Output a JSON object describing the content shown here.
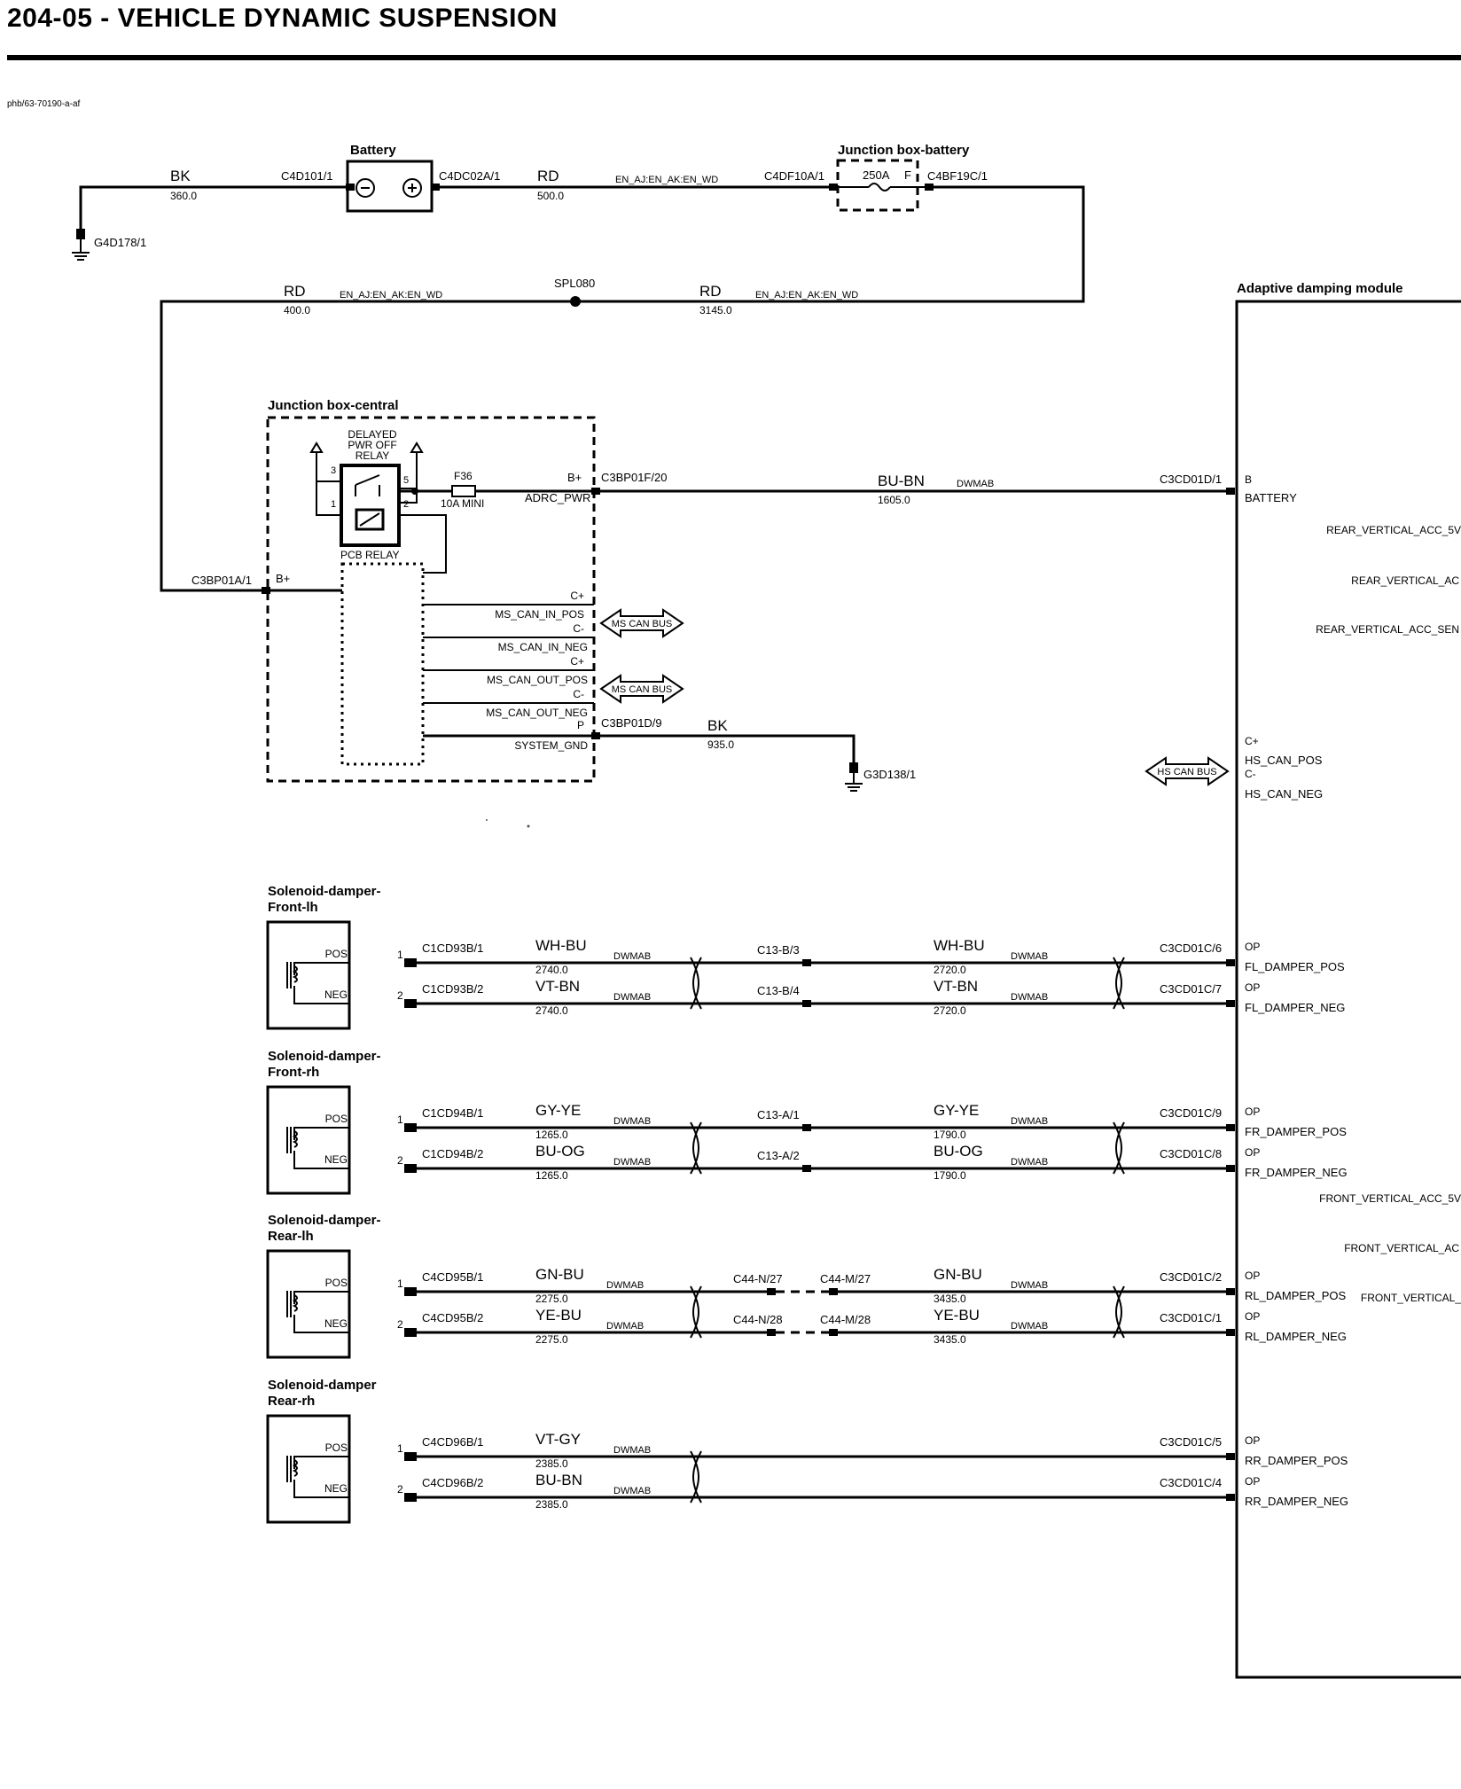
{
  "header": {
    "title": "204-05 - VEHICLE DYNAMIC SUSPENSION",
    "doc_ref": "phb/63-70190-a-af"
  },
  "battery_section": {
    "battery_label": "Battery",
    "ground_wire": {
      "color": "BK",
      "length": "360.0",
      "connector": "C4D101/1",
      "ground": "G4D178/1"
    },
    "pos_connector": "C4DC02A/1",
    "main_wire": {
      "color": "RD",
      "length": "500.0",
      "variant": "EN_AJ:EN_AK:EN_WD"
    },
    "junction_box_battery": {
      "label": "Junction box-battery",
      "in_connector": "C4DF10A/1",
      "fuse": "250A",
      "fuse_pin": "F",
      "out_connector": "C4BF19C/1"
    },
    "splice": "SPL080",
    "wire_left": {
      "color": "RD",
      "length": "400.0",
      "variant": "EN_AJ:EN_AK:EN_WD"
    },
    "wire_right": {
      "color": "RD",
      "length": "3145.0",
      "variant": "EN_AJ:EN_AK:EN_WD"
    }
  },
  "junction_box_central": {
    "label": "Junction box-central",
    "relay_label": "DELAYED PWR OFF RELAY",
    "relay_lines": [
      "DELAYED",
      "PWR OFF",
      "RELAY"
    ],
    "pcb_relay": "PCB RELAY",
    "pins": {
      "p3": "3",
      "p5": "5",
      "p1": "1",
      "p2": "2"
    },
    "fuse": {
      "name": "F36",
      "rating": "10A MINI"
    },
    "bplus_in_connector": "C3BP01A/1",
    "bplus_in_label": "B+",
    "out": {
      "pin": "B+",
      "name": "ADRC_PWR",
      "connector": "C3BP01F/20"
    },
    "can_rows": [
      {
        "pin": "C+",
        "name": "MS_CAN_IN_POS"
      },
      {
        "pin": "C-",
        "name": "MS_CAN_IN_NEG"
      },
      {
        "pin": "C+",
        "name": "MS_CAN_OUT_POS"
      },
      {
        "pin": "C-",
        "name": "MS_CAN_OUT_NEG"
      }
    ],
    "ms_can_bus_label": "MS CAN BUS",
    "gnd": {
      "pin": "P",
      "name": "SYSTEM_GND",
      "connector": "C3BP01D/9",
      "color": "BK",
      "length": "935.0",
      "ground": "G3D138/1"
    }
  },
  "power_feed": {
    "color": "BU-BN",
    "length": "1605.0",
    "variant": "DWMAB",
    "module_connector": "C3CD01D/1"
  },
  "module": {
    "label": "Adaptive damping module",
    "battery_pin": "B",
    "battery_name": "BATTERY",
    "right_labels": [
      "REAR_VERTICAL_ACC_5V",
      "REAR_VERTICAL_AC",
      "REAR_VERTICAL_ACC_SEN",
      "FRONT_VERTICAL_ACC_5V",
      "FRONT_VERTICAL_AC",
      "FRONT_VERTICAL_"
    ],
    "hs_can": {
      "pos_pin": "C+",
      "pos_name": "HS_CAN_POS",
      "neg_pin": "C-",
      "neg_name": "HS_CAN_NEG",
      "bus_label": "HS CAN BUS"
    }
  },
  "dampers": [
    {
      "title_line1": "Solenoid-damper-",
      "title_line2": "Front-lh",
      "pos": {
        "label": "POS",
        "pin": "1",
        "conn": "C1CD93B/1",
        "color1": "WH-BU",
        "len1": "2740.0",
        "var": "DWMAB",
        "inline": "C13-B/3",
        "inline2": "",
        "color2": "WH-BU",
        "len2": "2720.0",
        "mod_conn": "C3CD01C/6",
        "mod_pin": "OP",
        "mod_name": "FL_DAMPER_POS"
      },
      "neg": {
        "label": "NEG",
        "pin": "2",
        "conn": "C1CD93B/2",
        "color1": "VT-BN",
        "len1": "2740.0",
        "var": "DWMAB",
        "inline": "C13-B/4",
        "inline2": "",
        "color2": "VT-BN",
        "len2": "2720.0",
        "mod_conn": "C3CD01C/7",
        "mod_pin": "OP",
        "mod_name": "FL_DAMPER_NEG"
      }
    },
    {
      "title_line1": "Solenoid-damper-",
      "title_line2": "Front-rh",
      "pos": {
        "label": "POS",
        "pin": "1",
        "conn": "C1CD94B/1",
        "color1": "GY-YE",
        "len1": "1265.0",
        "var": "DWMAB",
        "inline": "C13-A/1",
        "inline2": "",
        "color2": "GY-YE",
        "len2": "1790.0",
        "mod_conn": "C3CD01C/9",
        "mod_pin": "OP",
        "mod_name": "FR_DAMPER_POS"
      },
      "neg": {
        "label": "NEG",
        "pin": "2",
        "conn": "C1CD94B/2",
        "color1": "BU-OG",
        "len1": "1265.0",
        "var": "DWMAB",
        "inline": "C13-A/2",
        "inline2": "",
        "color2": "BU-OG",
        "len2": "1790.0",
        "mod_conn": "C3CD01C/8",
        "mod_pin": "OP",
        "mod_name": "FR_DAMPER_NEG"
      }
    },
    {
      "title_line1": "Solenoid-damper-",
      "title_line2": "Rear-lh",
      "pos": {
        "label": "POS",
        "pin": "1",
        "conn": "C4CD95B/1",
        "color1": "GN-BU",
        "len1": "2275.0",
        "var": "DWMAB",
        "inline": "C44-N/27",
        "inline2": "C44-M/27",
        "color2": "GN-BU",
        "len2": "3435.0",
        "mod_conn": "C3CD01C/2",
        "mod_pin": "OP",
        "mod_name": "RL_DAMPER_POS"
      },
      "neg": {
        "label": "NEG",
        "pin": "2",
        "conn": "C4CD95B/2",
        "color1": "YE-BU",
        "len1": "2275.0",
        "var": "DWMAB",
        "inline": "C44-N/28",
        "inline2": "C44-M/28",
        "color2": "YE-BU",
        "len2": "3435.0",
        "mod_conn": "C3CD01C/1",
        "mod_pin": "OP",
        "mod_name": "RL_DAMPER_NEG"
      }
    },
    {
      "title_line1": "Solenoid-damper",
      "title_line2": "Rear-rh",
      "pos": {
        "label": "POS",
        "pin": "1",
        "conn": "C4CD96B/1",
        "color1": "VT-GY",
        "len1": "2385.0",
        "var": "DWMAB",
        "inline": "",
        "inline2": "",
        "color2": "",
        "len2": "",
        "mod_conn": "C3CD01C/5",
        "mod_pin": "OP",
        "mod_name": "RR_DAMPER_POS"
      },
      "neg": {
        "label": "NEG",
        "pin": "2",
        "conn": "C4CD96B/2",
        "color1": "BU-BN",
        "len1": "2385.0",
        "var": "DWMAB",
        "inline": "",
        "inline2": "",
        "color2": "",
        "len2": "",
        "mod_conn": "C3CD01C/4",
        "mod_pin": "OP",
        "mod_name": "RR_DAMPER_NEG"
      }
    }
  ]
}
